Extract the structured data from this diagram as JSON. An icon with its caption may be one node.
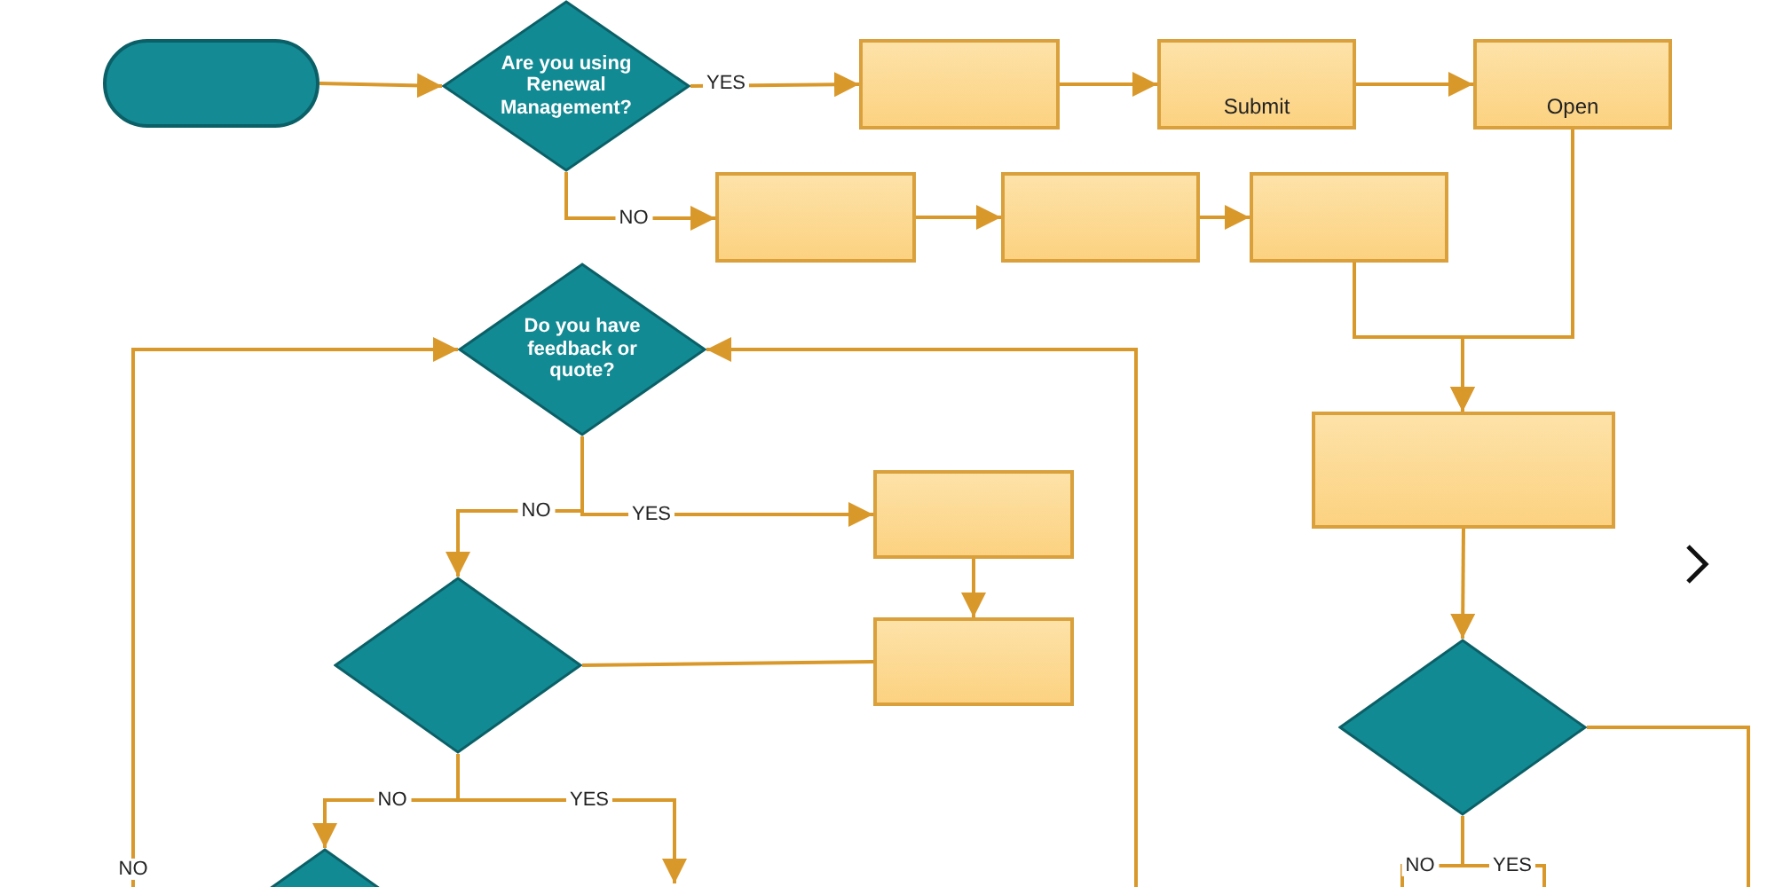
{
  "diagram": {
    "nodes": [
      {
        "text": [],
        "shape": "oval"
      },
      {
        "text": [
          "Are you using Renewal Management?"
        ]
      },
      {
        "text": [],
        "shape": "box"
      },
      {
        "text": [
          "Submit"
        ]
      },
      {
        "text": [
          "Open"
        ]
      },
      {
        "text": [],
        "shape": "box"
      },
      {
        "text": [],
        "shape": "box"
      },
      {
        "text": [],
        "shape": "box"
      },
      {
        "text": [
          "Do you have feedback or quote?"
        ]
      },
      {
        "text": [],
        "shape": "box"
      },
      {
        "text": [],
        "shape": "box"
      },
      {
        "text": [],
        "shape": "diamond"
      },
      {
        "text": [],
        "shape": "box"
      },
      {
        "text": [],
        "shape": "diamond"
      },
      {
        "text": [],
        "shape": "diamond"
      }
    ],
    "edges": [
      {
        "from": 0,
        "to": 1,
        "arrow": "to"
      },
      {
        "from": 1,
        "to": 2,
        "arrow": "to",
        "label": "YES"
      },
      {
        "from": 2,
        "to": 3,
        "arrow": "to"
      },
      {
        "from": 3,
        "to": 4,
        "arrow": "to"
      },
      {
        "from": 1,
        "to": 5,
        "arrow": "to",
        "label": "NO"
      },
      {
        "from": 5,
        "to": 6,
        "arrow": "to"
      },
      {
        "from": 6,
        "to": 7,
        "arrow": "to"
      },
      {
        "from": 7,
        "to": 12,
        "arrow": "to"
      },
      {
        "from": 4,
        "to": 12,
        "arrow": "to"
      },
      {
        "from": 12,
        "to": 13,
        "arrow": "to"
      },
      {
        "from": 8,
        "to": 11,
        "arrow": "to",
        "label": "NO"
      },
      {
        "from": 8,
        "to": 9,
        "arrow": "to",
        "label": "YES"
      },
      {
        "from": 9,
        "to": 10,
        "arrow": "to"
      },
      {
        "from": 11,
        "to": 10,
        "arrow": "none"
      },
      {
        "from": 11,
        "to": 14,
        "arrow": "to",
        "label": "NO"
      },
      {
        "from": 11,
        "to": null,
        "arrow": "to",
        "label": "YES"
      },
      {
        "from": null,
        "to": 8,
        "arrow": "to",
        "label": "NO"
      },
      {
        "from": null,
        "to": 8,
        "arrow": "to"
      },
      {
        "from": 13,
        "to": null,
        "arrow": "none"
      },
      {
        "from": 13,
        "to": null,
        "arrow": "none",
        "label": "NO"
      },
      {
        "from": 13,
        "to": null,
        "arrow": "none",
        "label": "YES"
      }
    ]
  }
}
